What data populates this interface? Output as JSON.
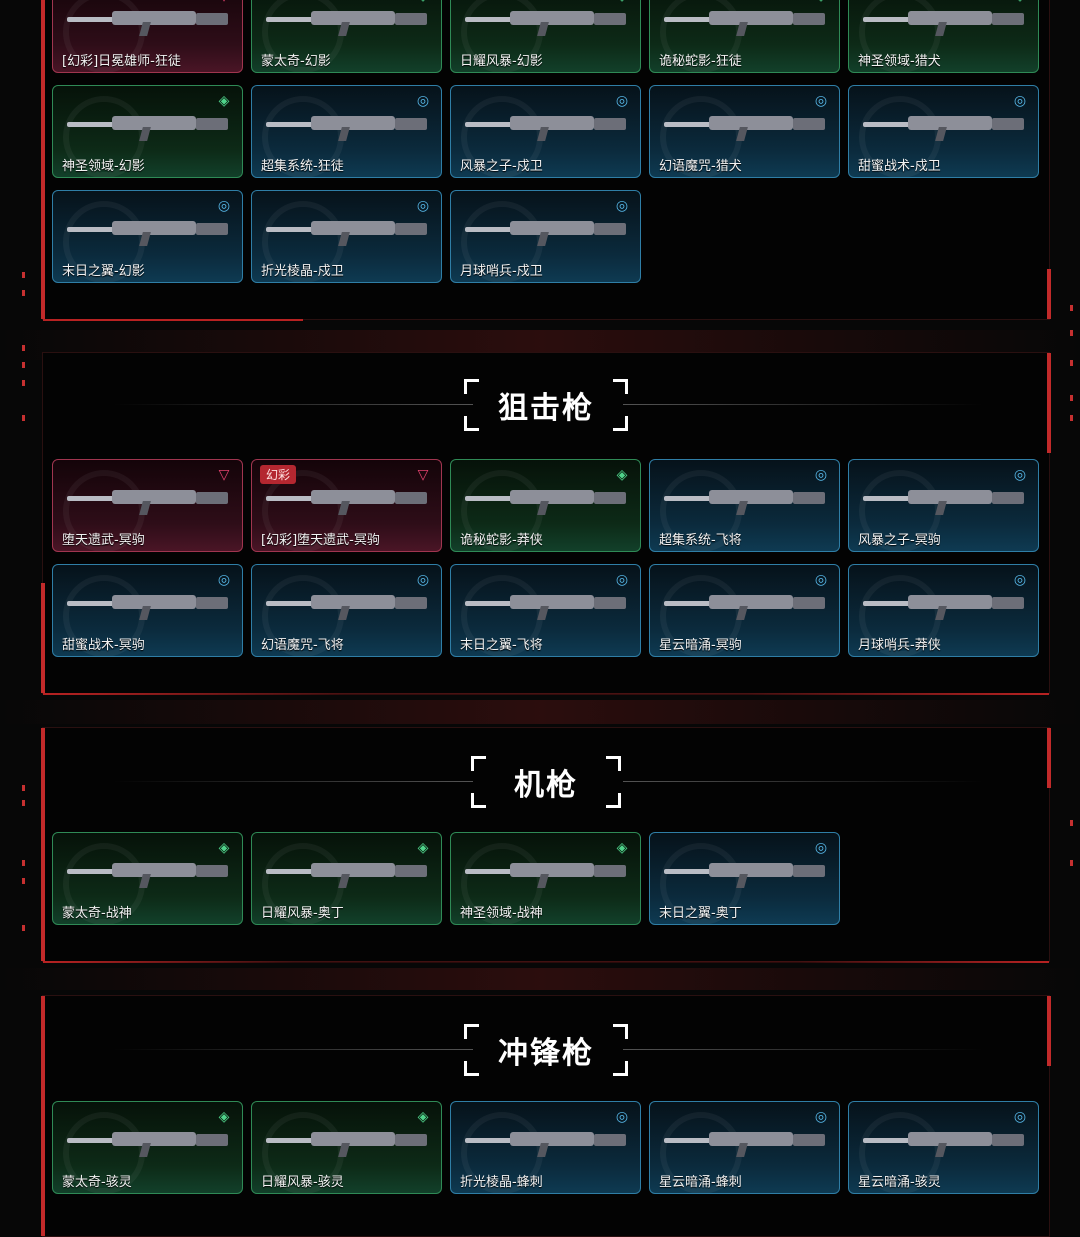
{
  "colors": {
    "blue_tier": "#2f7ea6",
    "green_tier": "#2f8a56",
    "red_tier": "#a0354f",
    "accent_red": "#c22a2a"
  },
  "rifles_section": {
    "row1": [
      {
        "name": "[幻彩]日冕雄师-狂徒",
        "tier": "red",
        "badge": "triangle-icon"
      },
      {
        "name": "蒙太奇-幻影",
        "tier": "green",
        "badge": "diamond-icon"
      },
      {
        "name": "日耀风暴-幻影",
        "tier": "green",
        "badge": "diamond-icon"
      },
      {
        "name": "诡秘蛇影-狂徒",
        "tier": "green",
        "badge": "diamond-icon"
      },
      {
        "name": "神圣领域-猎犬",
        "tier": "green",
        "badge": "diamond-icon"
      }
    ],
    "row2": [
      {
        "name": "神圣领域-幻影",
        "tier": "green",
        "badge": "diamond-icon"
      },
      {
        "name": "超集系统-狂徒",
        "tier": "blue",
        "badge": "circle-icon"
      },
      {
        "name": "风暴之子-戍卫",
        "tier": "blue",
        "badge": "circle-icon"
      },
      {
        "name": "幻语魔咒-猎犬",
        "tier": "blue",
        "badge": "circle-icon"
      },
      {
        "name": "甜蜜战术-戍卫",
        "tier": "blue",
        "badge": "circle-icon"
      }
    ],
    "row3": [
      {
        "name": "末日之翼-幻影",
        "tier": "blue",
        "badge": "circle-icon"
      },
      {
        "name": "折光棱晶-戍卫",
        "tier": "blue",
        "badge": "circle-icon"
      },
      {
        "name": "月球哨兵-戍卫",
        "tier": "blue",
        "badge": "circle-icon"
      }
    ]
  },
  "sniper_section": {
    "title": "狙击枪",
    "row1": [
      {
        "name": "堕天遗武-冥驹",
        "tier": "red",
        "badge": "triangle-icon",
        "tag": ""
      },
      {
        "name": "[幻彩]堕天遗武-冥驹",
        "tier": "red",
        "badge": "triangle-icon",
        "tag": "幻彩"
      },
      {
        "name": "诡秘蛇影-莽侠",
        "tier": "green",
        "badge": "diamond-icon",
        "tag": ""
      },
      {
        "name": "超集系统-飞将",
        "tier": "blue",
        "badge": "circle-icon",
        "tag": ""
      },
      {
        "name": "风暴之子-冥驹",
        "tier": "blue",
        "badge": "circle-icon",
        "tag": ""
      }
    ],
    "row2": [
      {
        "name": "甜蜜战术-冥驹",
        "tier": "blue",
        "badge": "circle-icon"
      },
      {
        "name": "幻语魔咒-飞将",
        "tier": "blue",
        "badge": "circle-icon"
      },
      {
        "name": "末日之翼-飞将",
        "tier": "blue",
        "badge": "circle-icon"
      },
      {
        "name": "星云暗涌-冥驹",
        "tier": "blue",
        "badge": "circle-icon"
      },
      {
        "name": "月球哨兵-莽侠",
        "tier": "blue",
        "badge": "circle-icon"
      }
    ]
  },
  "machinegun_section": {
    "title": "机枪",
    "row1": [
      {
        "name": "蒙太奇-战神",
        "tier": "green",
        "badge": "diamond-icon"
      },
      {
        "name": "日耀风暴-奥丁",
        "tier": "green",
        "badge": "diamond-icon"
      },
      {
        "name": "神圣领域-战神",
        "tier": "green",
        "badge": "diamond-icon"
      },
      {
        "name": "末日之翼-奥丁",
        "tier": "blue",
        "badge": "circle-icon"
      }
    ]
  },
  "smg_section": {
    "title": "冲锋枪",
    "row1": [
      {
        "name": "蒙太奇-骇灵",
        "tier": "green",
        "badge": "diamond-icon"
      },
      {
        "name": "日耀风暴-骇灵",
        "tier": "green",
        "badge": "diamond-icon"
      },
      {
        "name": "折光棱晶-蜂刺",
        "tier": "blue",
        "badge": "circle-icon"
      },
      {
        "name": "星云暗涌-蜂刺",
        "tier": "blue",
        "badge": "circle-icon"
      },
      {
        "name": "星云暗涌-骇灵",
        "tier": "blue",
        "badge": "circle-icon"
      }
    ]
  }
}
